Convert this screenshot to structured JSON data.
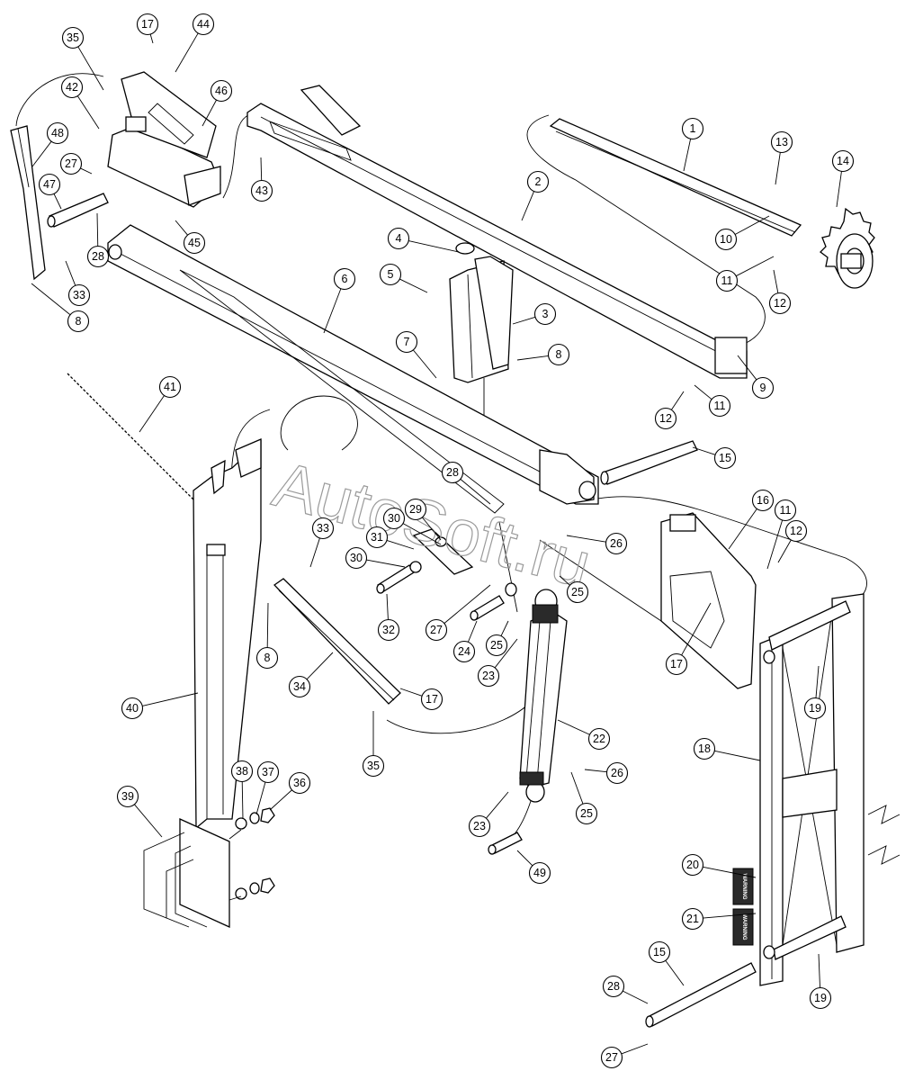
{
  "diagram": {
    "watermark": "AutoSoft.ru",
    "warning_decal_text": "WARNING",
    "callouts": [
      {
        "id": "c1",
        "label": "1"
      },
      {
        "id": "c2",
        "label": "2"
      },
      {
        "id": "c3",
        "label": "3"
      },
      {
        "id": "c4",
        "label": "4"
      },
      {
        "id": "c5",
        "label": "5"
      },
      {
        "id": "c6",
        "label": "6"
      },
      {
        "id": "c7",
        "label": "7"
      },
      {
        "id": "c8a",
        "label": "8"
      },
      {
        "id": "c8b",
        "label": "8"
      },
      {
        "id": "c8c",
        "label": "8"
      },
      {
        "id": "c9",
        "label": "9"
      },
      {
        "id": "c10",
        "label": "10"
      },
      {
        "id": "c11a",
        "label": "11"
      },
      {
        "id": "c11b",
        "label": "11"
      },
      {
        "id": "c11c",
        "label": "11"
      },
      {
        "id": "c12a",
        "label": "12"
      },
      {
        "id": "c12b",
        "label": "12"
      },
      {
        "id": "c12c",
        "label": "12"
      },
      {
        "id": "c13",
        "label": "13"
      },
      {
        "id": "c14",
        "label": "14"
      },
      {
        "id": "c15a",
        "label": "15"
      },
      {
        "id": "c15b",
        "label": "15"
      },
      {
        "id": "c16",
        "label": "16"
      },
      {
        "id": "c17a",
        "label": "17"
      },
      {
        "id": "c17b",
        "label": "17"
      },
      {
        "id": "c17c",
        "label": "17"
      },
      {
        "id": "c18",
        "label": "18"
      },
      {
        "id": "c19a",
        "label": "19"
      },
      {
        "id": "c19b",
        "label": "19"
      },
      {
        "id": "c20",
        "label": "20"
      },
      {
        "id": "c21",
        "label": "21"
      },
      {
        "id": "c22",
        "label": "22"
      },
      {
        "id": "c23a",
        "label": "23"
      },
      {
        "id": "c23b",
        "label": "23"
      },
      {
        "id": "c24",
        "label": "24"
      },
      {
        "id": "c25a",
        "label": "25"
      },
      {
        "id": "c25b",
        "label": "25"
      },
      {
        "id": "c25c",
        "label": "25"
      },
      {
        "id": "c26a",
        "label": "26"
      },
      {
        "id": "c26b",
        "label": "26"
      },
      {
        "id": "c27a",
        "label": "27"
      },
      {
        "id": "c27b",
        "label": "27"
      },
      {
        "id": "c27c",
        "label": "27"
      },
      {
        "id": "c28a",
        "label": "28"
      },
      {
        "id": "c28b",
        "label": "28"
      },
      {
        "id": "c28c",
        "label": "28"
      },
      {
        "id": "c29",
        "label": "29"
      },
      {
        "id": "c30a",
        "label": "30"
      },
      {
        "id": "c30b",
        "label": "30"
      },
      {
        "id": "c31",
        "label": "31"
      },
      {
        "id": "c32",
        "label": "32"
      },
      {
        "id": "c33a",
        "label": "33"
      },
      {
        "id": "c33b",
        "label": "33"
      },
      {
        "id": "c34",
        "label": "34"
      },
      {
        "id": "c35a",
        "label": "35"
      },
      {
        "id": "c35b",
        "label": "35"
      },
      {
        "id": "c36",
        "label": "36"
      },
      {
        "id": "c37",
        "label": "37"
      },
      {
        "id": "c38",
        "label": "38"
      },
      {
        "id": "c39",
        "label": "39"
      },
      {
        "id": "c40",
        "label": "40"
      },
      {
        "id": "c41",
        "label": "41"
      },
      {
        "id": "c42",
        "label": "42"
      },
      {
        "id": "c43",
        "label": "43"
      },
      {
        "id": "c44",
        "label": "44"
      },
      {
        "id": "c45",
        "label": "45"
      },
      {
        "id": "c46",
        "label": "46"
      },
      {
        "id": "c47",
        "label": "47"
      },
      {
        "id": "c48",
        "label": "48"
      },
      {
        "id": "c49",
        "label": "49"
      }
    ]
  }
}
